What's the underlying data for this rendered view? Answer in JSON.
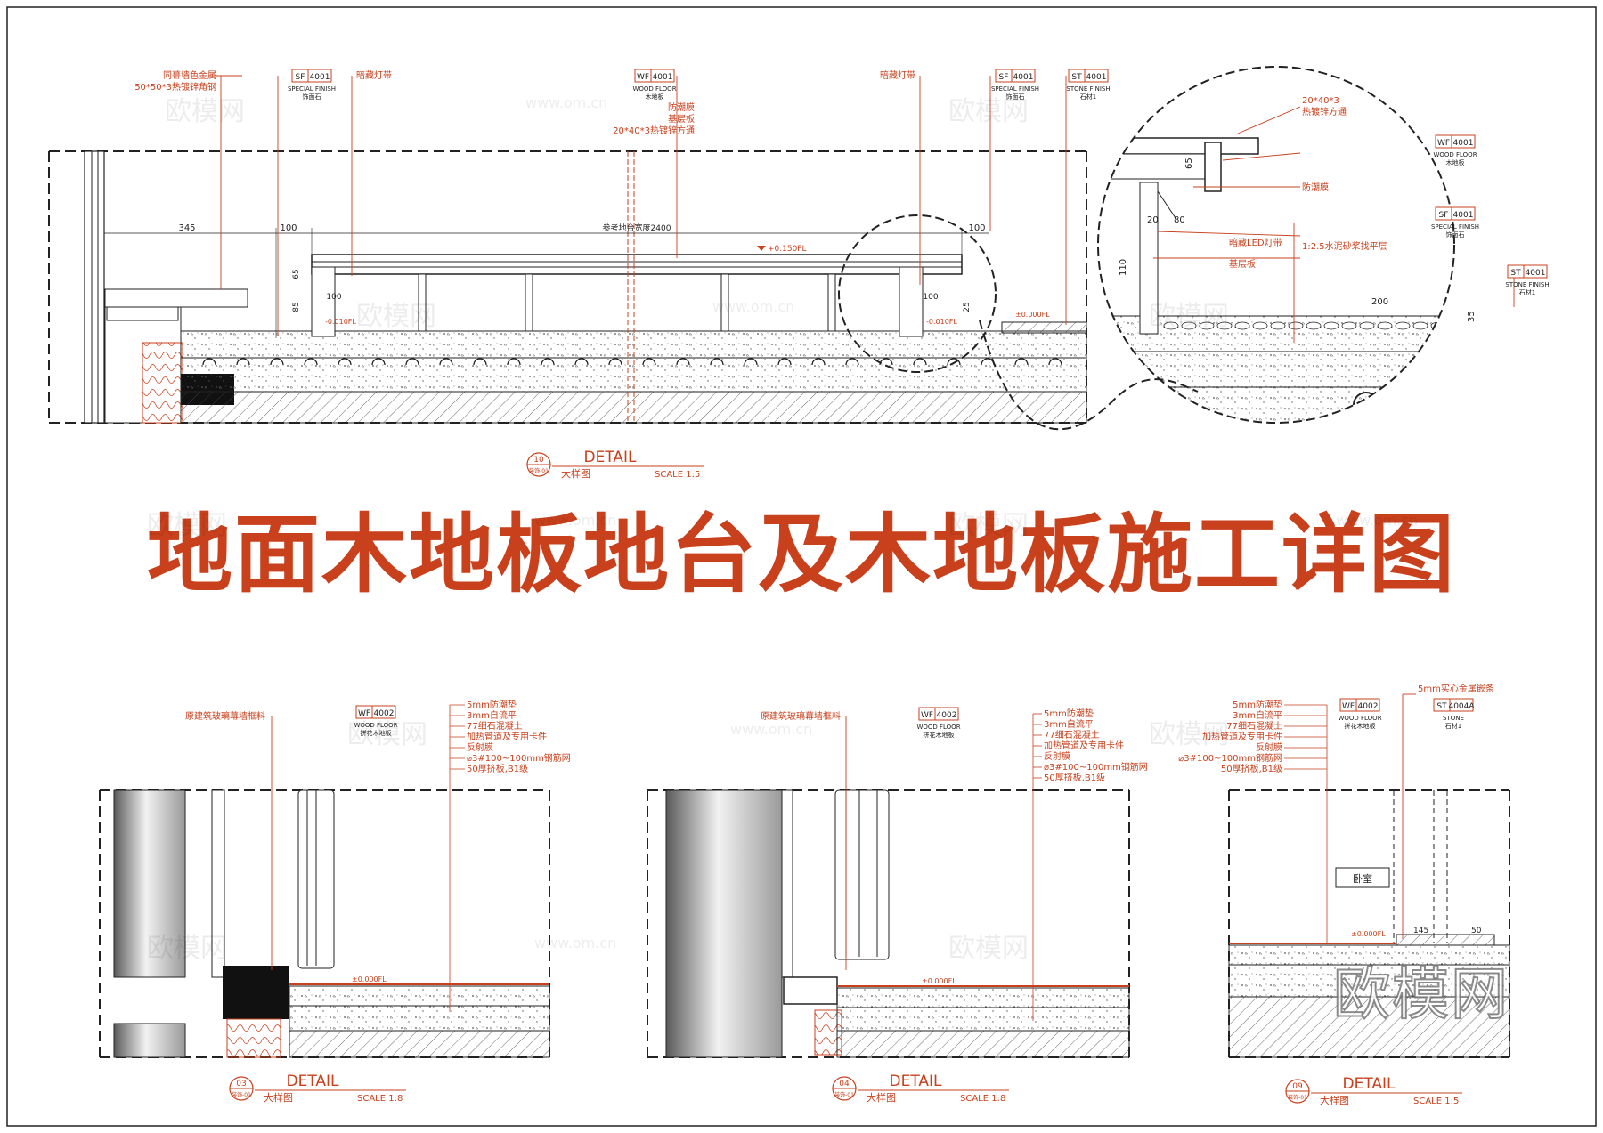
{
  "title": "地面木地板地台及木地板施工详图",
  "watermark": {
    "site": "www.om.cn",
    "brand": "欧模网"
  },
  "colors": {
    "accent": "#c8401c",
    "line": "#222222",
    "glass": "#888888"
  },
  "detail10": {
    "number": "10",
    "sheet": "装饰-01",
    "label": "DETAIL",
    "sub": "大样图",
    "scale": "SCALE 1:5",
    "tags": {
      "sf1": {
        "code": "SF",
        "num": "4001",
        "en": "SPECIAL FINISH",
        "cn": "饰面石"
      },
      "wf": {
        "code": "WF",
        "num": "4001",
        "en": "WOOD FLOOR",
        "cn": "木地板"
      },
      "sf2": {
        "code": "SF",
        "num": "4001",
        "en": "SPECIAL FINISH",
        "cn": "饰面石"
      },
      "st": {
        "code": "ST",
        "num": "4001",
        "en": "STONE FINISH",
        "cn": "石材1"
      }
    },
    "notes": {
      "metal": "同幕墙色金属",
      "angle": "50*50*3热镀锌角钢",
      "light1": "暗藏灯带",
      "light2": "暗藏灯带",
      "wf_lines": [
        "防潮膜",
        "基层板",
        "20*40*3热镀锌方通"
      ]
    },
    "dims": {
      "d345": "345",
      "d100a": "100",
      "d2400": "参考地台宽度2400",
      "d100b": "100",
      "d100c": "100",
      "d100d": "100",
      "d65": "65",
      "d85": "85",
      "d25": "25"
    },
    "levels": {
      "top": "+0.150FL",
      "low1": "-0.010FL",
      "low2": "-0.010FL",
      "zero": "±0.000FL"
    }
  },
  "zoom": {
    "top_note": [
      "20*40*3",
      "热镀锌方通"
    ],
    "wf": {
      "code": "WF",
      "num": "4001",
      "en": "WOOD FLOOR",
      "cn": "木地板"
    },
    "moist": "防潮膜",
    "sf": {
      "code": "SF",
      "num": "4001",
      "en": "SPECIAL FINISH",
      "cn": "饰面石"
    },
    "cement": "1:2.5水泥砂浆找平层",
    "led": "暗藏LED灯带",
    "board": "基层板",
    "st": {
      "code": "ST",
      "num": "4001",
      "en": "STONE FINISH",
      "cn": "石材1"
    },
    "dims": {
      "d65": "65",
      "d20": "20",
      "d80": "80",
      "d110": "110",
      "d200": "200",
      "d35": "35"
    }
  },
  "detail03": {
    "number": "03",
    "sheet": "装饰-01",
    "label": "DETAIL",
    "sub": "大样图",
    "scale": "SCALE 1:8",
    "left_note": "原建筑玻璃幕墙框料",
    "tag": {
      "code": "WF",
      "num": "4002",
      "en": "WOOD FLOOR",
      "cn": "拼花木地板"
    },
    "notes": [
      "5mm防潮垫",
      "3mm自流平",
      "77细石混凝土",
      "加热管道及专用卡件",
      "反射膜",
      "⌀3#100~100mm钢筋网",
      "50厚挤板,B1级"
    ],
    "level": "±0.000FL"
  },
  "detail04": {
    "number": "04",
    "sheet": "装饰-01",
    "label": "DETAIL",
    "sub": "大样图",
    "scale": "SCALE 1:8",
    "left_note": "原建筑玻璃幕墙框料",
    "tag": {
      "code": "WF",
      "num": "4002",
      "en": "WOOD FLOOR",
      "cn": "拼花木地板"
    },
    "notes": [
      "5mm防潮垫",
      "3mm自流平",
      "77细石混凝土",
      "加热管道及专用卡件",
      "反射膜",
      "⌀3#100~100mm钢筋网",
      "50厚挤板,B1级"
    ],
    "level": "±0.000FL"
  },
  "detail09": {
    "number": "09",
    "sheet": "装饰-01",
    "label": "DETAIL",
    "sub": "大样图",
    "scale": "SCALE 1:5",
    "top_note": "5mm实心金属嵌条",
    "tag_wf": {
      "code": "WF",
      "num": "4002",
      "en": "WOOD FLOOR",
      "cn": "拼花木地板"
    },
    "tag_st": {
      "code": "ST",
      "num": "4004A",
      "en": "STONE",
      "cn": "石材1"
    },
    "notes": [
      "5mm防潮垫",
      "3mm自流平",
      "77细石混凝土",
      "加热管道及专用卡件",
      "反射膜",
      "⌀3#100~100mm钢筋网",
      "50厚挤板,B1级"
    ],
    "room": "卧室",
    "level": "±0.000FL",
    "dims": {
      "d145": "145",
      "d50": "50"
    }
  }
}
